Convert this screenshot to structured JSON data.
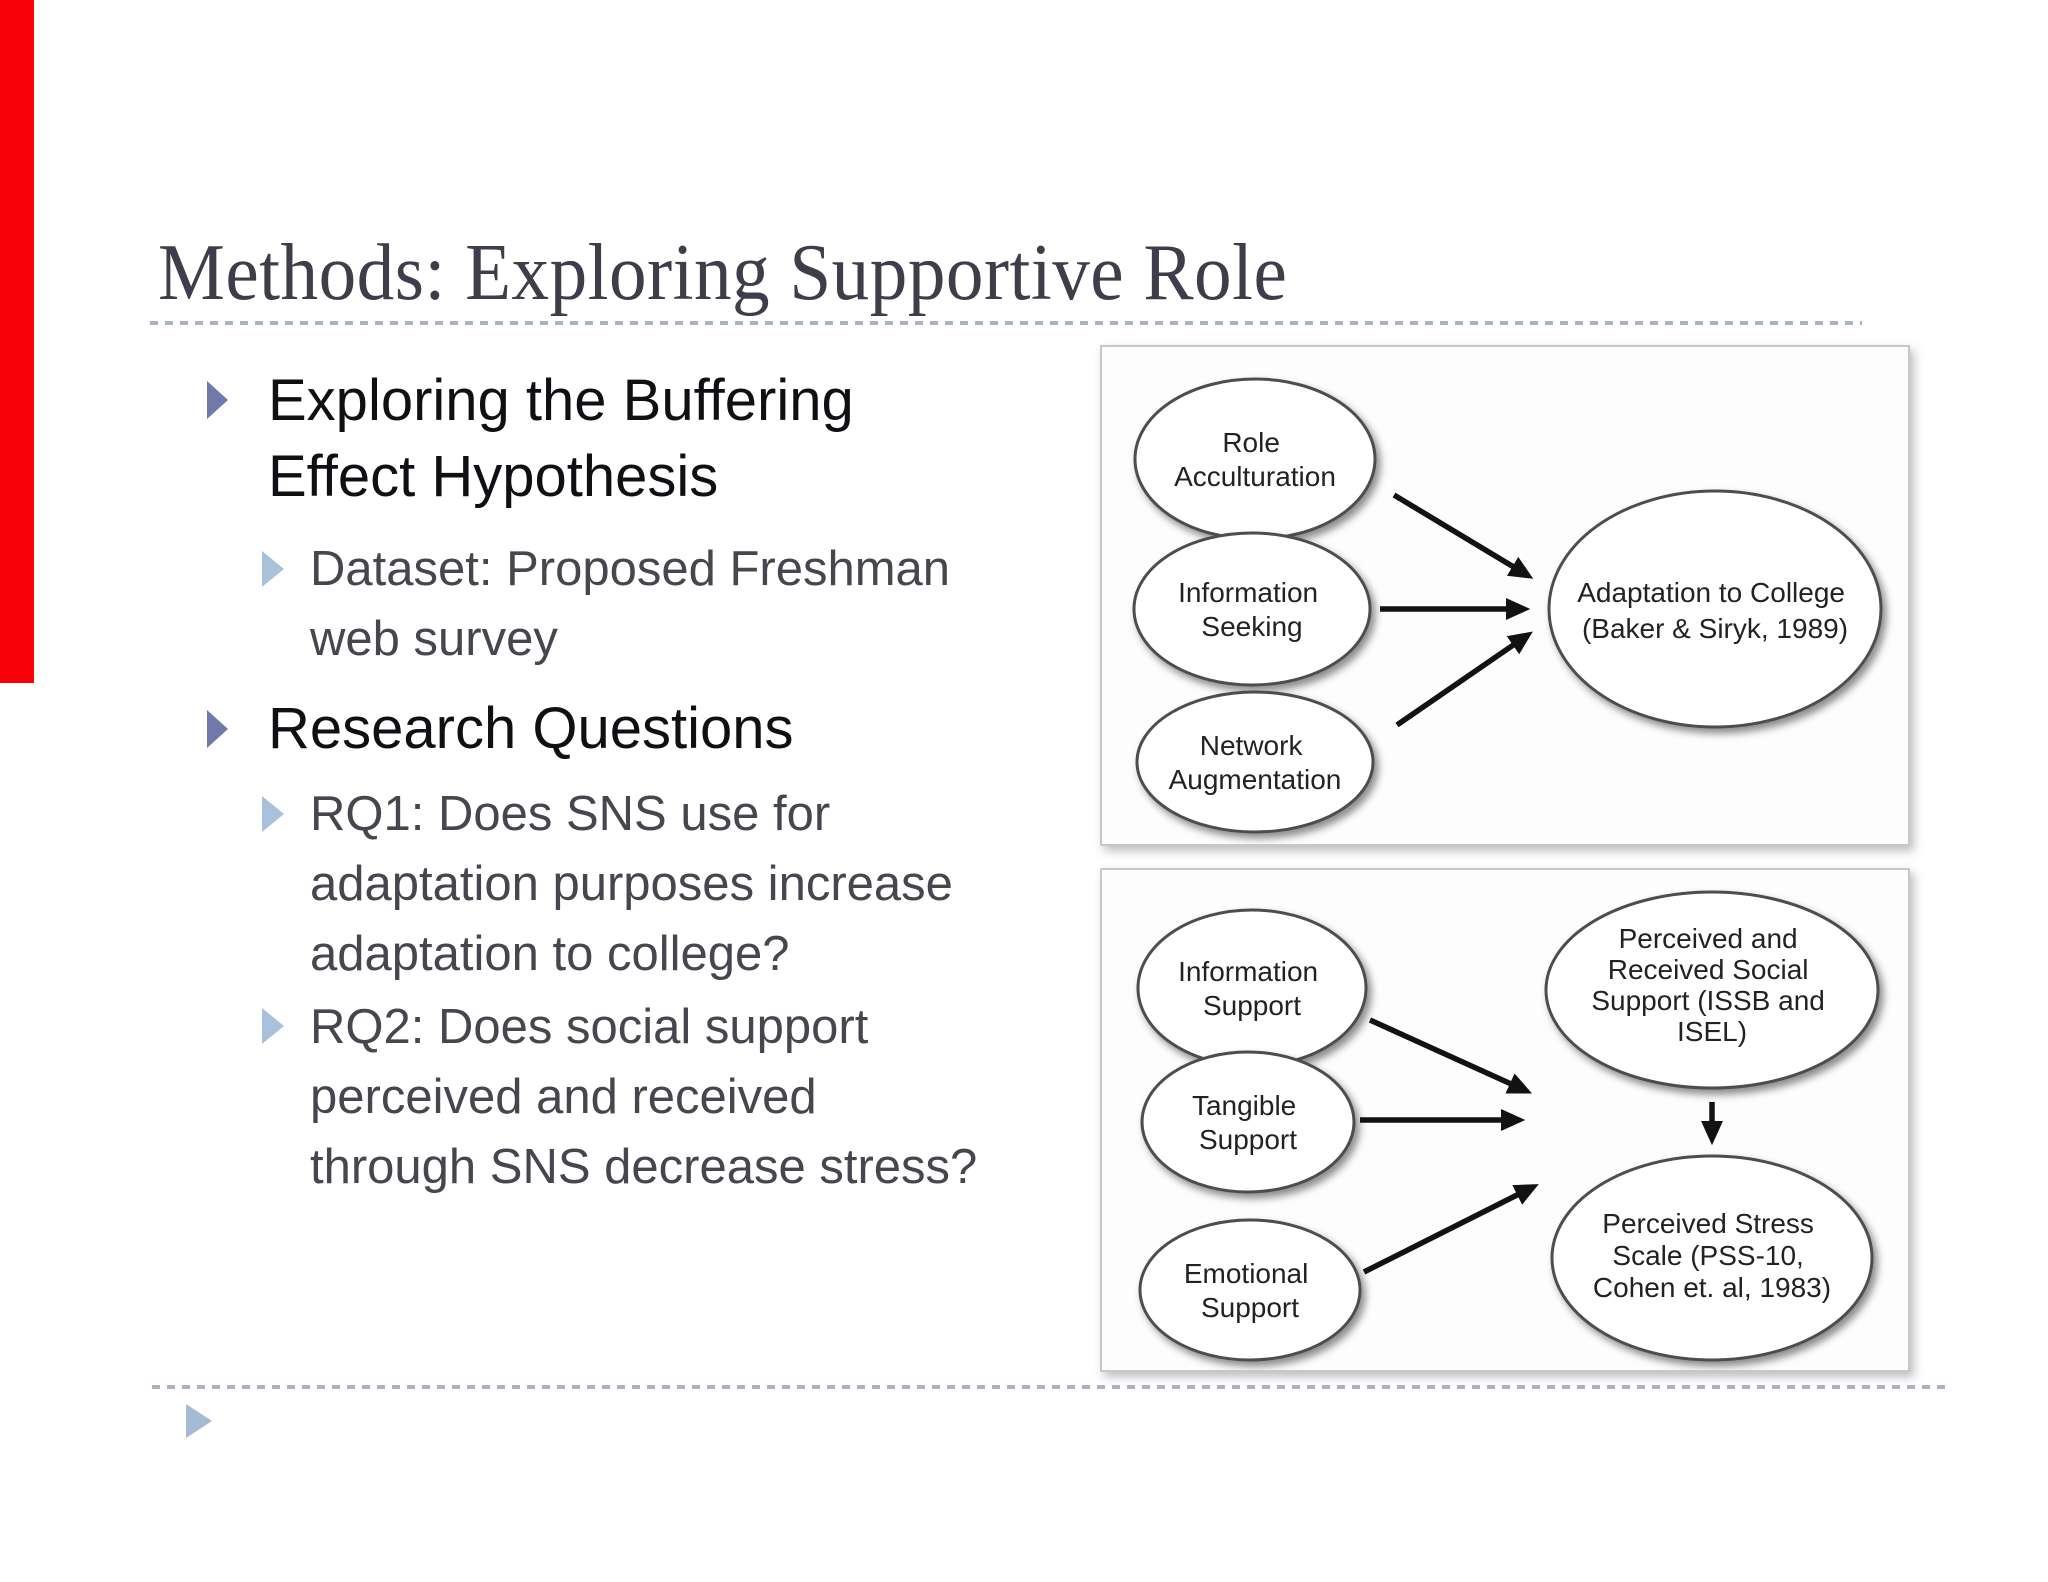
{
  "slide": {
    "title": "Methods: Exploring Supportive Role"
  },
  "content": {
    "bullet1": {
      "lines": [
        "Exploring the Buffering",
        "Effect Hypothesis"
      ]
    },
    "bullet1_sub": {
      "lines": [
        "Dataset: Proposed Freshman",
        "web survey"
      ]
    },
    "bullet2": {
      "lines": [
        "Research Questions"
      ]
    },
    "rq1": {
      "lines": [
        "RQ1: Does SNS use for",
        "adaptation purposes increase",
        "adaptation to college?"
      ]
    },
    "rq2": {
      "lines": [
        "RQ2: Does social support",
        "perceived and received",
        "through SNS decrease stress?"
      ]
    }
  },
  "diagram_adaptation": {
    "node_role": [
      "Role",
      "Acculturation"
    ],
    "node_info": [
      "Information",
      "Seeking"
    ],
    "node_network": [
      "Network",
      "Augmentation"
    ],
    "node_target": [
      "Adaptation to College",
      "(Baker & Siryk, 1989)"
    ]
  },
  "diagram_support": {
    "node_info": [
      "Information",
      "Support"
    ],
    "node_tangible": [
      "Tangible",
      "Support"
    ],
    "node_emotional": [
      "Emotional",
      "Support"
    ],
    "node_social": [
      "Perceived and",
      "Received Social",
      "Support (ISSB and",
      "ISEL)"
    ],
    "node_stress": [
      "Perceived Stress",
      "Scale (PSS-10,",
      "Cohen et. al, 1983)"
    ]
  },
  "colors": {
    "title_text": "#3e3e4b",
    "level1_text": "#101014",
    "level2_text": "#46464f",
    "bullet_level1": "#7079a8",
    "bullet_level2": "#a8c2dc",
    "footer_triangle": "#a3bbd3",
    "dashed_divider": "#a9b4bf",
    "red_edge_artifact": "#f80107"
  }
}
